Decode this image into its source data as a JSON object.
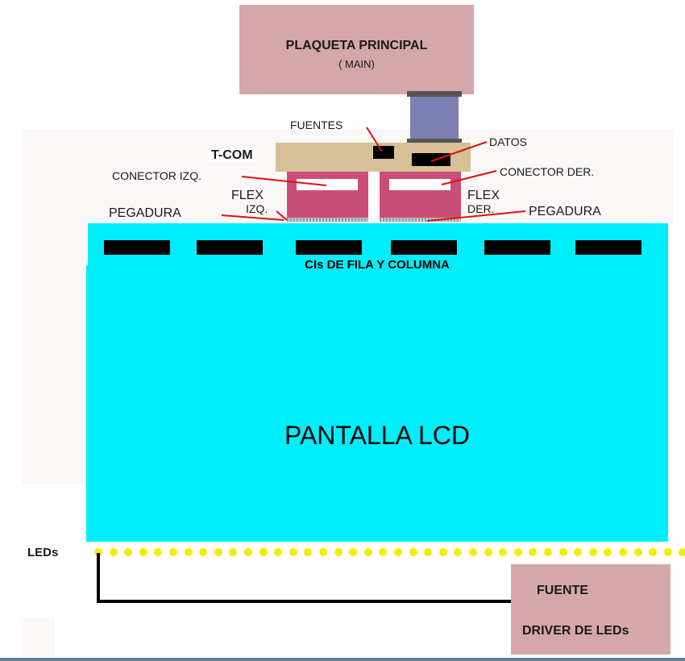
{
  "diagram": {
    "main_board": {
      "title": "PLAQUETA PRINCIPAL",
      "subtitle": "( MAIN)"
    },
    "labels": {
      "fuentes": "FUENTES",
      "datos": "DATOS",
      "tcom": "T-COM",
      "conector_izq": "CONECTOR IZQ.",
      "conector_der": "CONECTOR DER.",
      "flex_izq_1": "FLEX",
      "flex_izq_2": "IZQ.",
      "flex_der_1": "FLEX",
      "flex_der_2": "DER.",
      "pegadura_izq": "PEGADURA",
      "pegadura_der": "PEGADURA",
      "cis": "CIs DE FILA Y COLUMNA",
      "lcd": "PANTALLA LCD",
      "leds": "LEDs"
    },
    "driver": {
      "line1": "FUENTE",
      "line2": "DRIVER DE LEDs"
    },
    "ic_count": 6,
    "led_count": 41,
    "colors": {
      "board": "#d4a7aa",
      "tcon": "#d7c095",
      "flex": "#c94f79",
      "lcd": "#00eefa",
      "cable": "#7b7fb1",
      "led": "#eef000",
      "arrow": "#e01010"
    }
  }
}
